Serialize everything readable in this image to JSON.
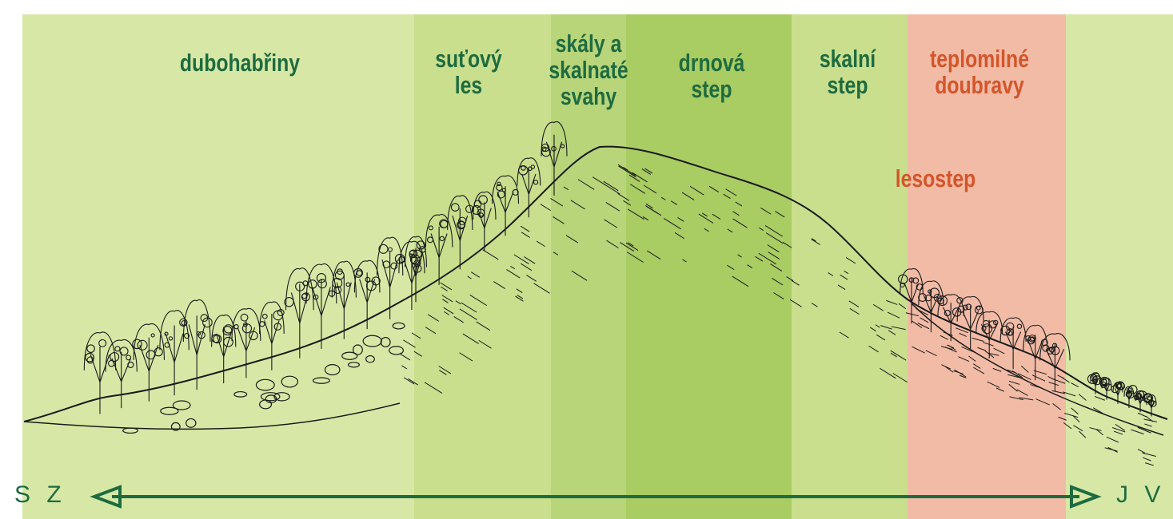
{
  "colors": {
    "zone_light": "#d7e8a6",
    "zone_mid": "#c9df8d",
    "zone_mid2": "#b8d57a",
    "zone_dark": "#a9cc63",
    "zone_warm": "#f2bba6",
    "label_green": "#1e6b40",
    "label_orange": "#d4552a",
    "arrow": "#1e6b40",
    "sketch": "#1a1a1a"
  },
  "zones": [
    {
      "lines": [
        "dubohabřiny"
      ],
      "color": "zone_light"
    },
    {
      "lines": [
        "suťový",
        "les"
      ],
      "color": "zone_mid"
    },
    {
      "lines": [
        "skály a",
        "skalnaté",
        "svahy"
      ],
      "color": "zone_mid2"
    },
    {
      "lines": [
        "drnová",
        "step"
      ],
      "color": "zone_dark"
    },
    {
      "lines": [
        "skalní",
        "step"
      ],
      "color": "zone_mid"
    },
    {
      "lines": [
        "teplomilné",
        "doubravy"
      ],
      "color": "zone_warm"
    },
    {
      "lines": [],
      "color": "zone_light"
    }
  ],
  "labels": {
    "z0": "dubohabřiny",
    "z1a": "suťový",
    "z1b": "les",
    "z2a": "skály a",
    "z2b": "skalnaté",
    "z2c": "svahy",
    "z3a": "drnová",
    "z3b": "step",
    "z4a": "skalní",
    "z4b": "step",
    "z5a": "teplomilné",
    "z5b": "doubravy",
    "lesostep": "lesostep"
  },
  "axis": {
    "left_label": "S Z",
    "right_label": "J V"
  }
}
